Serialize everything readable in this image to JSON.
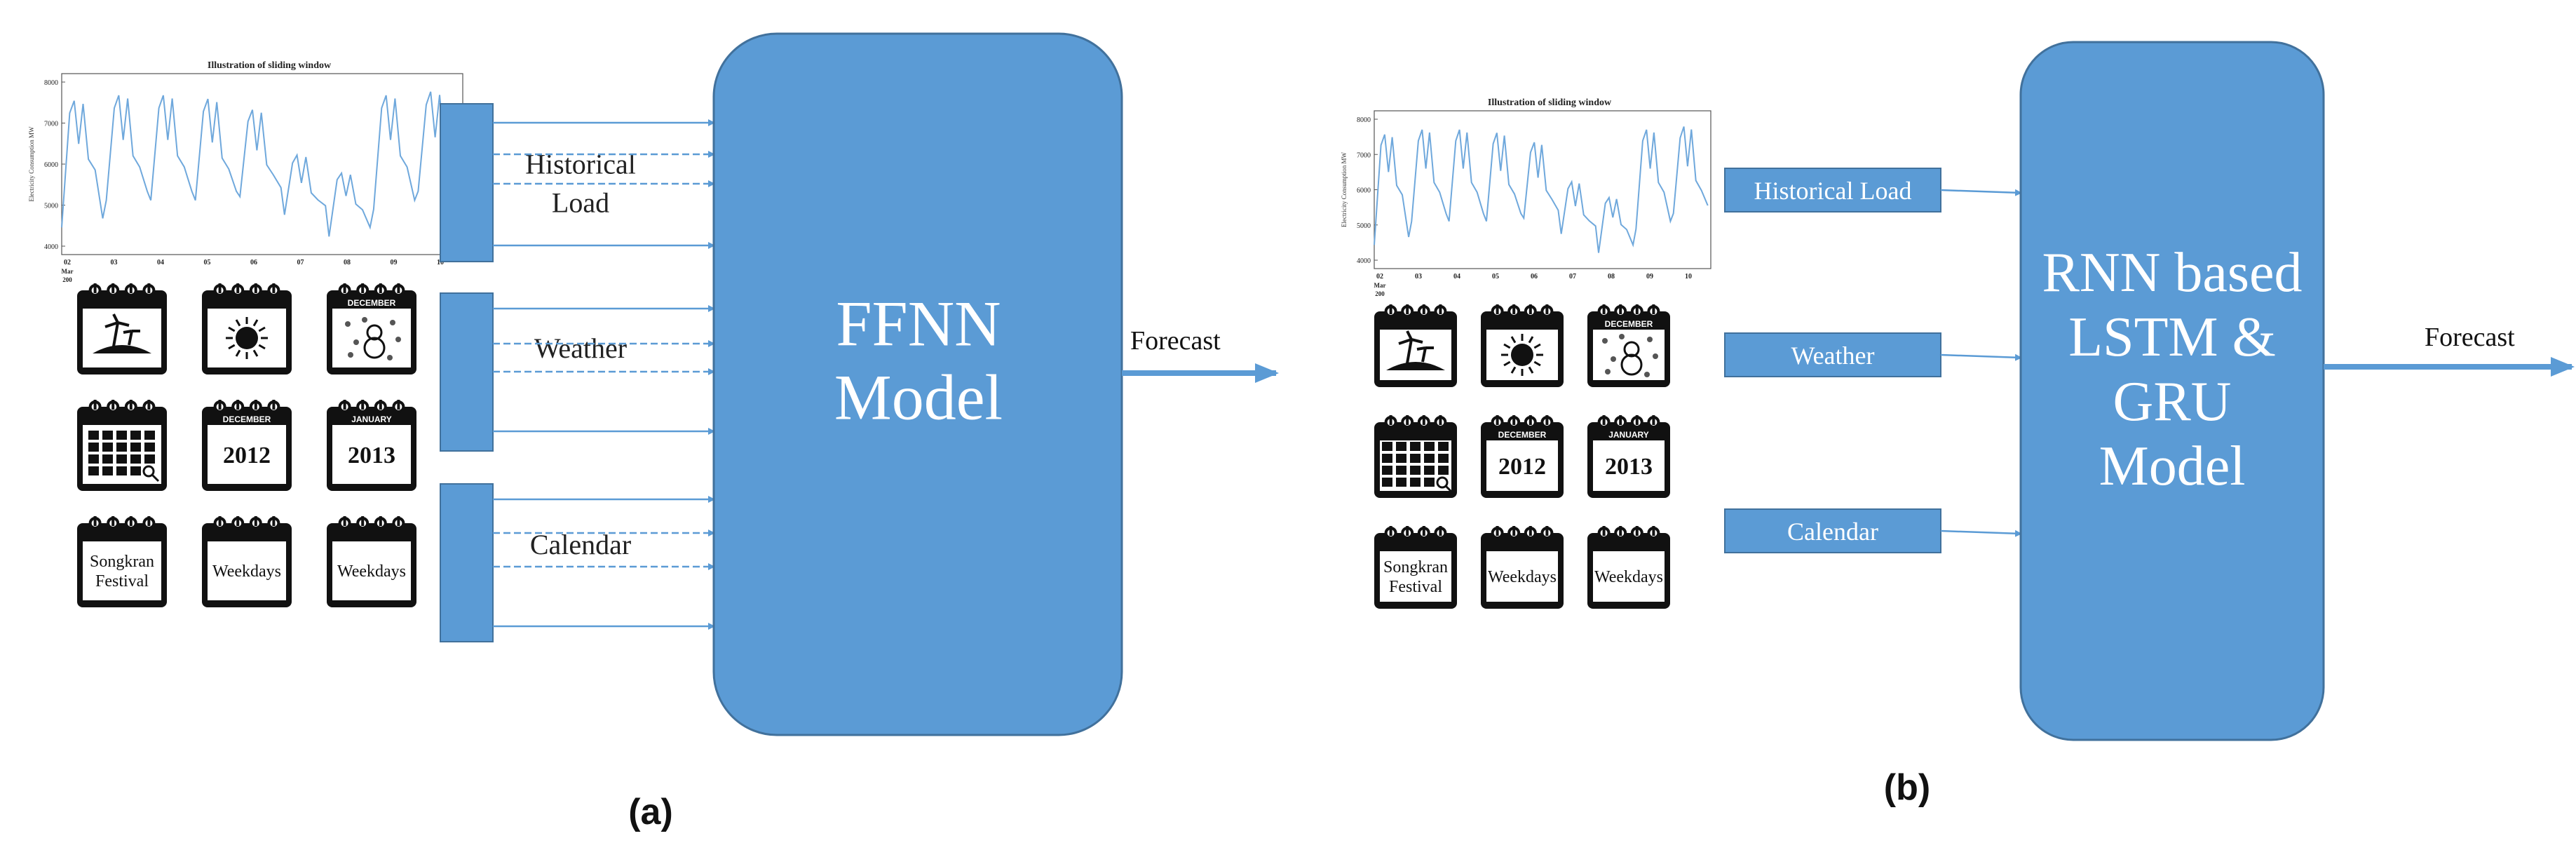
{
  "panel_a": {
    "label": "(a)",
    "chart": {
      "title": "Illustration of sliding window",
      "ylabel": "Electricity Consumption MW",
      "yticks": [
        "8000",
        "7000",
        "6000",
        "5000",
        "4000"
      ],
      "xticks": [
        "02",
        "03",
        "04",
        "05",
        "06",
        "07",
        "08",
        "09",
        "10"
      ],
      "xsub": [
        "Mar",
        "200"
      ]
    },
    "inputs": [
      "Historical\nLoad",
      "Weather",
      "Calendar"
    ],
    "model": "FFNN\nModel",
    "output": "Forecast"
  },
  "panel_b": {
    "label": "(b)",
    "chart": {
      "title": "Illustration of sliding window",
      "ylabel": "Electricity Consumption MW",
      "yticks": [
        "8000",
        "7000",
        "6000",
        "5000",
        "4000"
      ],
      "xticks": [
        "02",
        "03",
        "04",
        "05",
        "06",
        "07",
        "08",
        "09",
        "10"
      ],
      "xsub": [
        "Mar",
        "200"
      ]
    },
    "inputs": [
      "Historical Load",
      "Weather",
      "Calendar"
    ],
    "model": "RNN based\nLSTM &\nGRU\nModel",
    "output": "Forecast"
  },
  "calendar_icons": {
    "row2_headers": [
      "",
      "DECEMBER",
      "JANUARY"
    ],
    "row2_values": [
      "",
      "2012",
      "2013"
    ],
    "row1_third_header": "DECEMBER",
    "row3_texts": [
      "Songkran\nFestival",
      "Weekdays",
      "Weekdays"
    ]
  },
  "colors": {
    "box_fill": "#5b9bd5",
    "box_stroke": "#41719c",
    "arrow": "#5b9bd5",
    "line": "#6fa8dc"
  }
}
